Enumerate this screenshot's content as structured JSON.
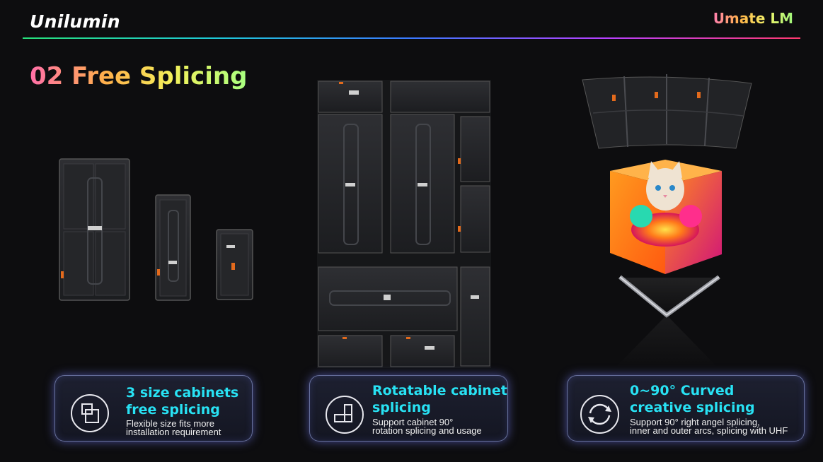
{
  "header": {
    "brand": "Unilumin",
    "product": "Umate LM"
  },
  "headline": "02 Free Splicing",
  "features": [
    {
      "title_line1": "3 size cabinets",
      "title_line2": "free splicing",
      "desc_line1": "Flexible size fits more",
      "desc_line2": "installation requirement",
      "icon": "stacked-squares-icon"
    },
    {
      "title_line1": "Rotatable cabinet",
      "title_line2": "splicing",
      "desc_line1": "Support cabinet 90°",
      "desc_line2": "rotation splicing and usage",
      "icon": "rotated-cabinet-icon"
    },
    {
      "title_line1": "0~90° Curved",
      "title_line2": "creative splicing",
      "desc_line1": "Support 90° right angel splicing,",
      "desc_line2": "inner and outer arcs, splicing with UHF",
      "icon": "circular-arrows-icon"
    }
  ],
  "colors": {
    "background": "#0d0d0f",
    "accent_title": "#28e2f4",
    "card_border": "#aab9ff"
  }
}
